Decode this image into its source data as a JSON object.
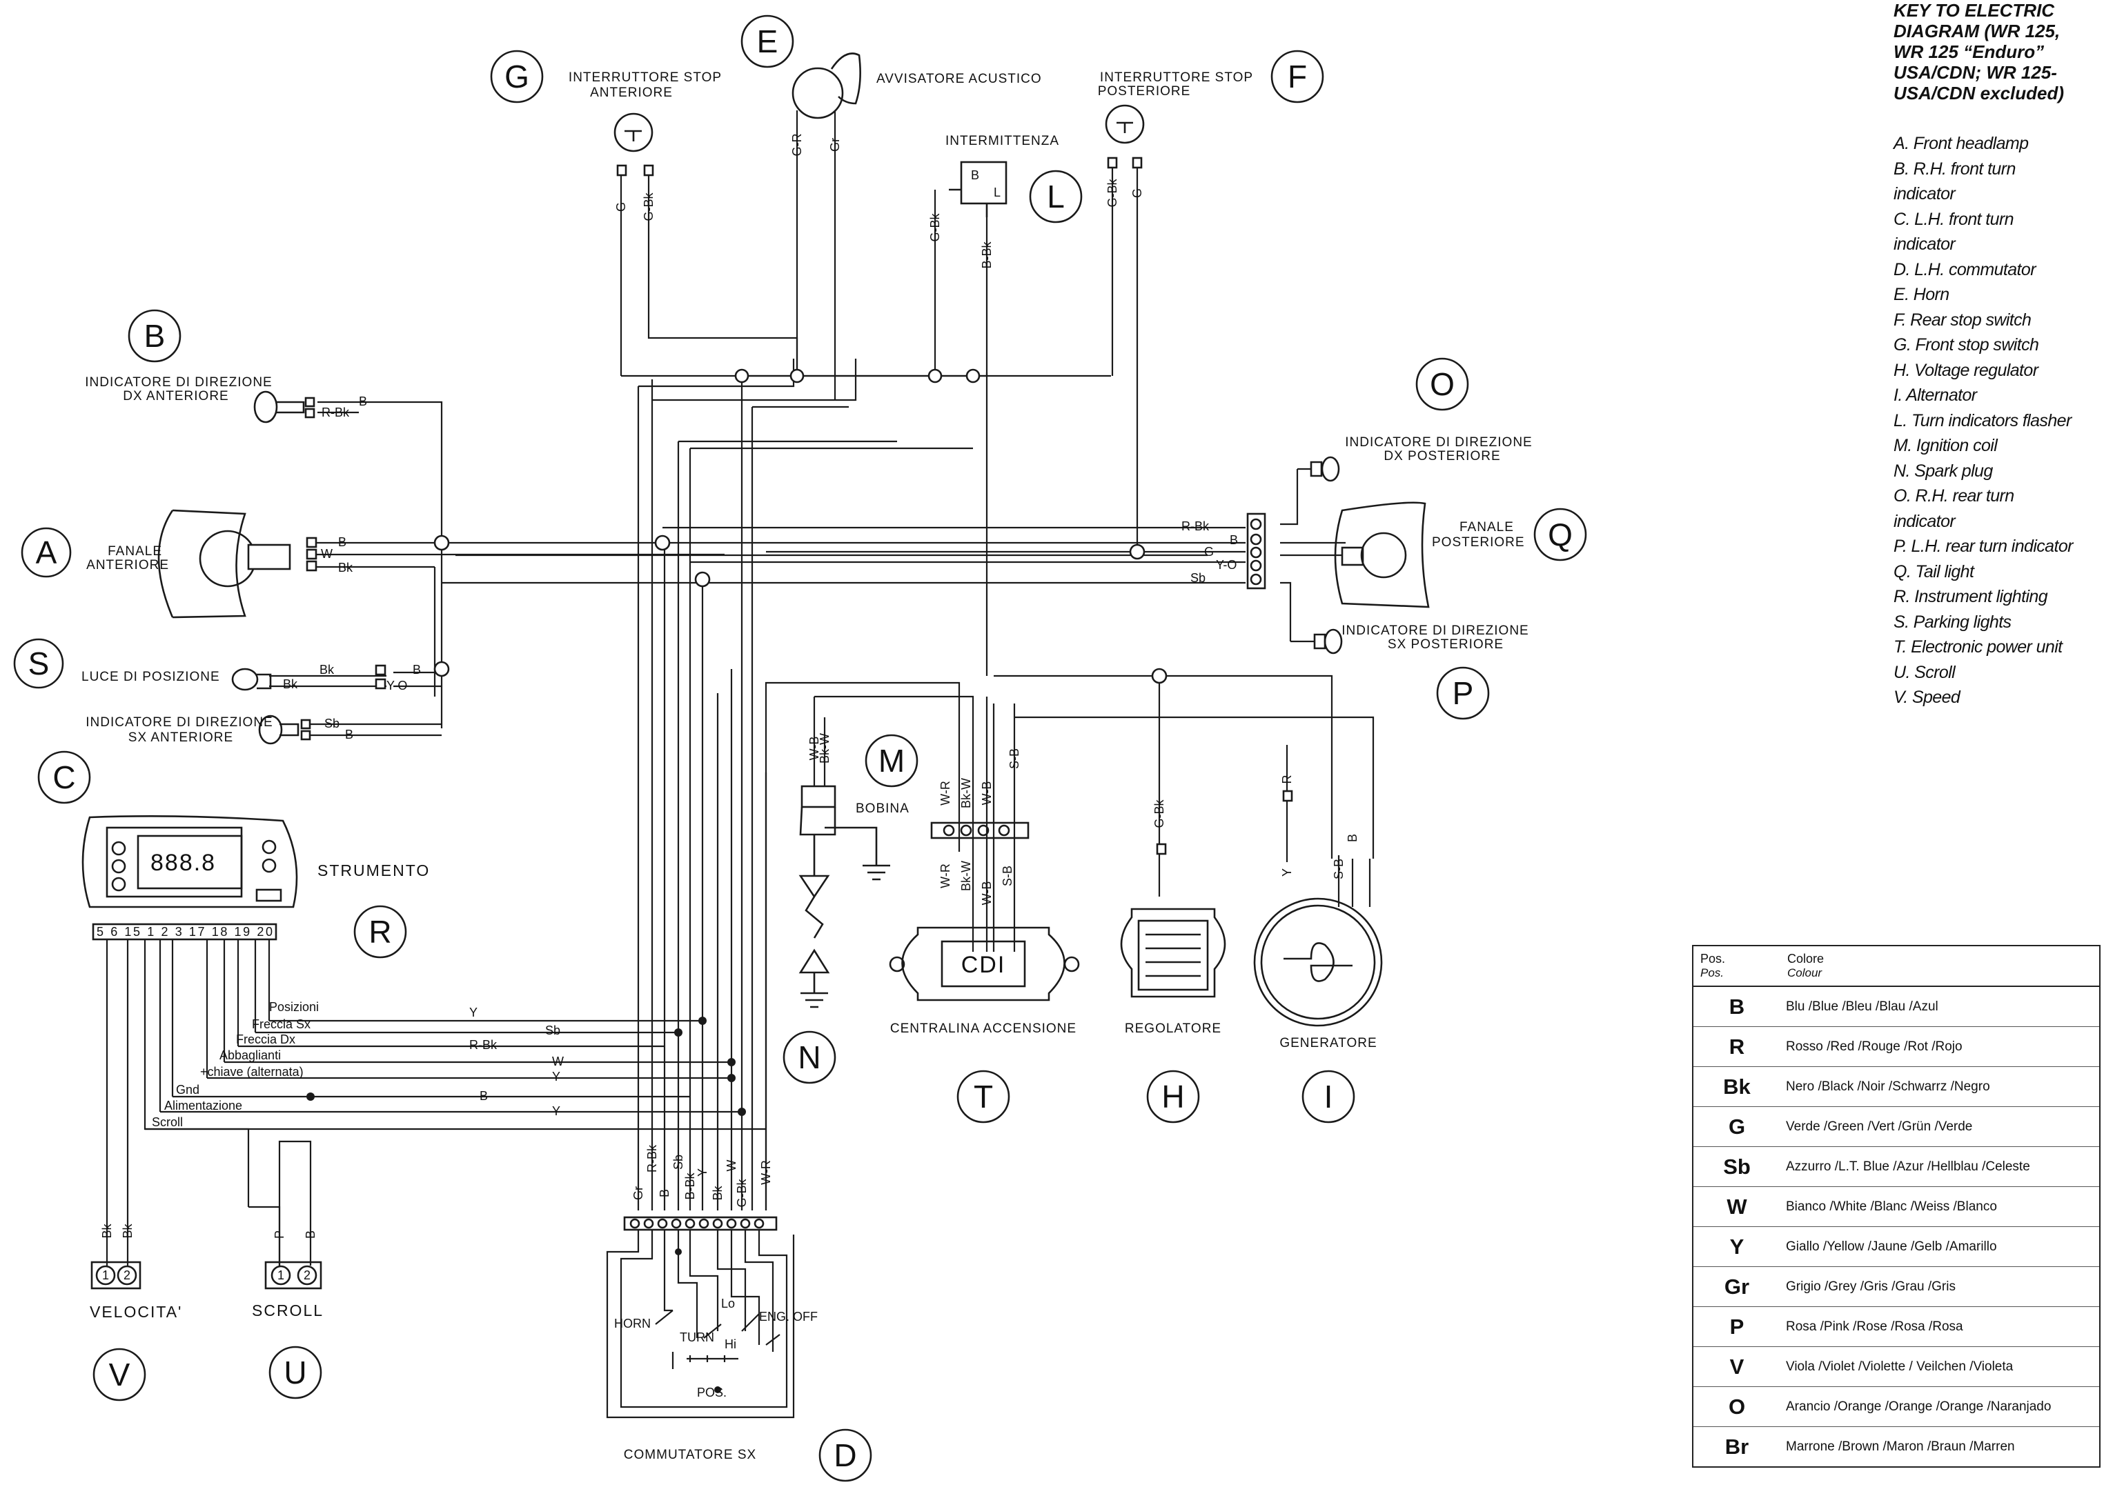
{
  "key": {
    "title_lines": [
      "KEY TO ELECTRIC",
      "DIAGRAM  (WR 125,",
      "WR 125 “Enduro”",
      "USA/CDN; WR 125-",
      "USA/CDN excluded)"
    ],
    "items": [
      "A. Front headlamp",
      "B. R.H. front turn",
      "indicator",
      "C. L.H. front turn",
      "indicator",
      "D. L.H. commutator",
      "E. Horn",
      "F. Rear stop switch",
      "G. Front stop switch",
      "H. Voltage regulator",
      "I. Alternator",
      "L. Turn indicators flasher",
      "M. Ignition coil",
      "N. Spark plug",
      "O. R.H. rear turn",
      "indicator",
      "P. L.H. rear turn indicator",
      "Q. Tail light",
      "R. Instrument lighting",
      "S. Parking lights",
      "T. Electronic power unit",
      "U. Scroll",
      "V. Speed"
    ]
  },
  "colour_table": {
    "head": {
      "pos": "Pos.",
      "pos_alt": "Pos.",
      "col": "Colore",
      "col_alt": "Colour"
    },
    "rows": [
      {
        "code": "B",
        "desc": "Blu /Blue /Bleu /Blau /Azul"
      },
      {
        "code": "R",
        "desc": "Rosso /Red /Rouge /Rot /Rojo"
      },
      {
        "code": "Bk",
        "desc": "Nero /Black /Noir /Schwarrz /Negro"
      },
      {
        "code": "G",
        "desc": "Verde /Green /Vert /Grün /Verde"
      },
      {
        "code": "Sb",
        "desc": "Azzurro /L.T. Blue /Azur /Hellblau /Celeste"
      },
      {
        "code": "W",
        "desc": "Bianco /White /Blanc /Weiss /Blanco"
      },
      {
        "code": "Y",
        "desc": "Giallo /Yellow /Jaune /Gelb /Amarillo"
      },
      {
        "code": "Gr",
        "desc": "Grigio /Grey /Gris /Grau /Gris"
      },
      {
        "code": "P",
        "desc": "Rosa /Pink /Rose /Rosa /Rosa"
      },
      {
        "code": "V",
        "desc": "Viola /Violet /Violette / Veilchen /Violeta"
      },
      {
        "code": "O",
        "desc": "Arancio /Orange /Orange /Orange /Naranjado"
      },
      {
        "code": "Br",
        "desc": "Marrone /Brown /Maron /Braun /Marren"
      }
    ]
  },
  "components": {
    "a": {
      "letter": "A",
      "label1": "FANALE",
      "label2": "ANTERIORE"
    },
    "b": {
      "letter": "B",
      "label1": "INDICATORE DI DIREZIONE",
      "label2": "DX ANTERIORE"
    },
    "c": {
      "letter": "C",
      "label1": "INDICATORE DI DIREZIONE",
      "label2": "SX ANTERIORE"
    },
    "d": {
      "letter": "D",
      "label": "COMMUTATORE SX",
      "horn": "HORN",
      "turn": "TURN",
      "lo": "Lo",
      "hi": "Hi",
      "engoff": "ENG. OFF",
      "pos": "POS."
    },
    "e": {
      "letter": "E",
      "label": "AVVISATORE ACUSTICO"
    },
    "f": {
      "letter": "F",
      "label1": "INTERRUTTORE STOP",
      "label2": "POSTERIORE"
    },
    "g": {
      "letter": "G",
      "label1": "INTERRUTTORE STOP",
      "label2": "ANTERIORE"
    },
    "h": {
      "letter": "H",
      "label": "REGOLATORE"
    },
    "i": {
      "letter": "I",
      "label": "GENERATORE"
    },
    "l": {
      "letter": "L",
      "label": "INTERMITTENZA",
      "pin_b": "B",
      "pin_l": "L"
    },
    "m": {
      "letter": "M",
      "label": "BOBINA"
    },
    "n": {
      "letter": "N"
    },
    "o": {
      "letter": "O",
      "label1": "INDICATORE DI DIREZIONE",
      "label2": "DX POSTERIORE"
    },
    "p": {
      "letter": "P",
      "label1": "INDICATORE DI DIREZIONE",
      "label2": "SX POSTERIORE"
    },
    "q": {
      "letter": "Q",
      "label1": "FANALE",
      "label2": "POSTERIORE"
    },
    "r": {
      "letter": "R",
      "label": "STRUMENTO",
      "display": "888.8",
      "pins": "5 6 15 1 2 3 17 18 19 20"
    },
    "s": {
      "letter": "S",
      "label": "LUCE DI POSIZIONE"
    },
    "t": {
      "letter": "T",
      "label": "CENTRALINA ACCENSIONE",
      "box": "CDI"
    },
    "u": {
      "letter": "U",
      "label": "SCROLL",
      "p1": "1",
      "p2": "2"
    },
    "v": {
      "letter": "V",
      "label": "VELOCITA'",
      "p1": "1",
      "p2": "2"
    }
  },
  "instrument_lines": [
    "Posizioni",
    "Freccia Sx",
    "Freccia Dx",
    "Abbaglianti",
    "+chiave (alternata)",
    "Gnd",
    "Alimentazione",
    "Scroll"
  ],
  "wires": {
    "B": "B",
    "RBk": "R-Bk",
    "W": "W",
    "Bk": "Bk",
    "YO": "Y-O",
    "Sb": "Sb",
    "G": "G",
    "Y": "Y",
    "GBk": "G-Bk",
    "GR": "G-R",
    "Gr": "Gr",
    "BBk": "B-Bk",
    "WB": "W-B",
    "BkW": "Bk-W",
    "WR": "W-R",
    "SB": "S-B",
    "R": "R",
    "P": "P"
  }
}
